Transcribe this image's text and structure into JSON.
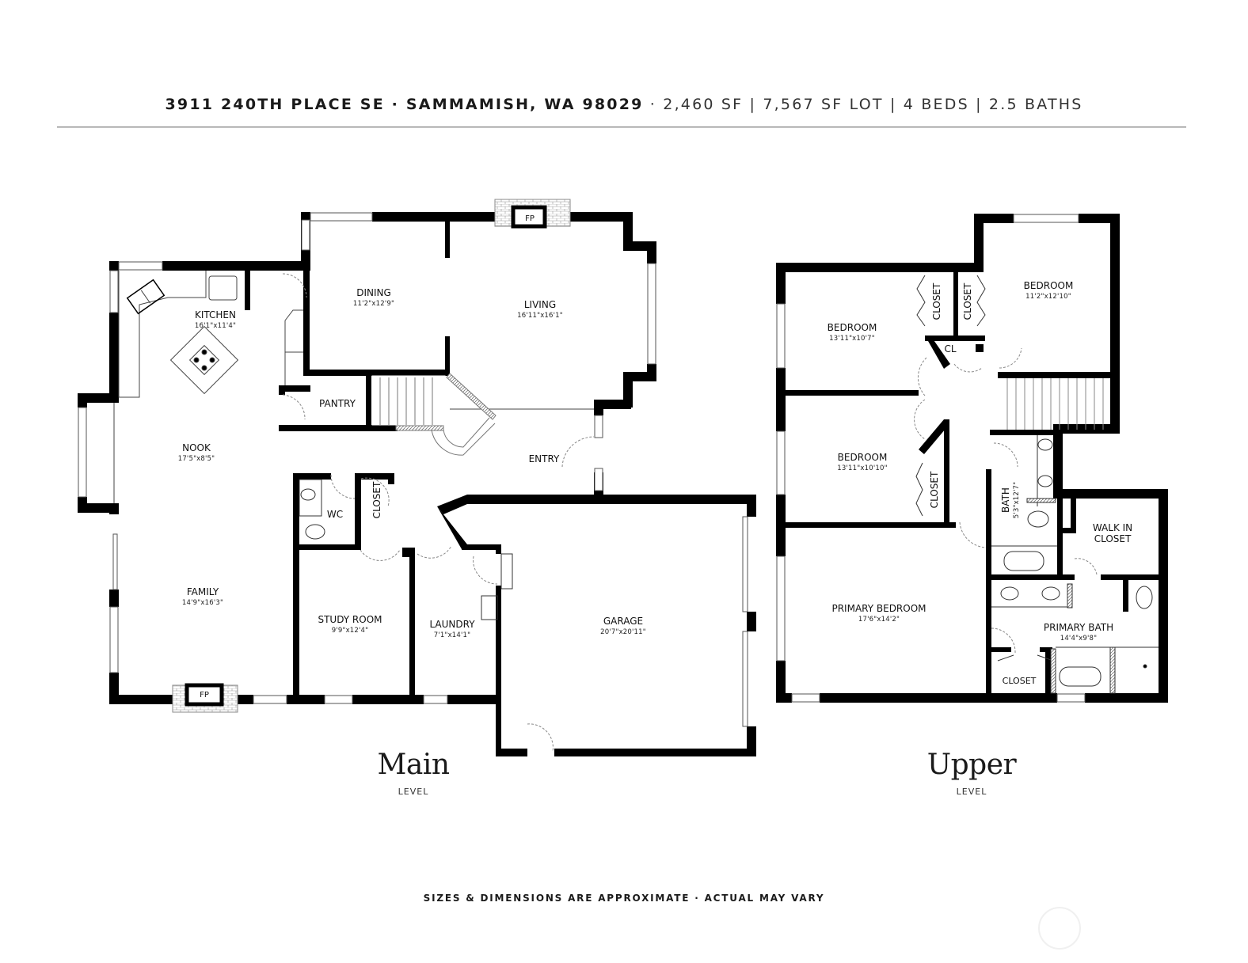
{
  "header": {
    "address": "3911 240TH PLACE SE · SAMMAMISH, WA 98029",
    "stats": "· 2,460 SF | 7,567 SF LOT | 4 BEDS | 2.5 BATHS"
  },
  "main_level": {
    "title": "Main",
    "subtitle": "LEVEL",
    "rooms": [
      {
        "name": "KITCHEN",
        "dims": "16'1\"x11'4\""
      },
      {
        "name": "DINING",
        "dims": "11'2\"x12'9\""
      },
      {
        "name": "LIVING",
        "dims": "16'11\"x16'1\""
      },
      {
        "name": "NOOK",
        "dims": "17'5\"x8'5\""
      },
      {
        "name": "FAMILY",
        "dims": "14'9\"x16'3\""
      },
      {
        "name": "PANTRY",
        "dims": ""
      },
      {
        "name": "WC",
        "dims": ""
      },
      {
        "name": "CLOSET",
        "dims": ""
      },
      {
        "name": "STUDY ROOM",
        "dims": "9'9\"x12'4\""
      },
      {
        "name": "LAUNDRY",
        "dims": "7'1\"x14'1\""
      },
      {
        "name": "GARAGE",
        "dims": "20'7\"x20'11\""
      },
      {
        "name": "ENTRY",
        "dims": ""
      }
    ],
    "fireplaces": [
      "FP",
      "FP"
    ]
  },
  "upper_level": {
    "title": "Upper",
    "subtitle": "LEVEL",
    "rooms": [
      {
        "name": "BEDROOM",
        "dims": "13'11\"x10'7\""
      },
      {
        "name": "BEDROOM",
        "dims": "11'2\"x12'10\""
      },
      {
        "name": "CLOSET",
        "dims": ""
      },
      {
        "name": "CLOSET",
        "dims": ""
      },
      {
        "name": "CL",
        "dims": ""
      },
      {
        "name": "BEDROOM",
        "dims": "13'11\"x10'10\""
      },
      {
        "name": "CLOSET",
        "dims": ""
      },
      {
        "name": "BATH",
        "dims": "5'3\"x12'7\""
      },
      {
        "name": "WALK IN CLOSET",
        "dims": ""
      },
      {
        "name": "PRIMARY BEDROOM",
        "dims": "17'6\"x14'2\""
      },
      {
        "name": "PRIMARY BATH",
        "dims": "14'4\"x9'8\""
      },
      {
        "name": "CLOSET",
        "dims": ""
      }
    ]
  },
  "footer": {
    "note": "SIZES & DIMENSIONS ARE APPROXIMATE · ACTUAL MAY VARY"
  }
}
